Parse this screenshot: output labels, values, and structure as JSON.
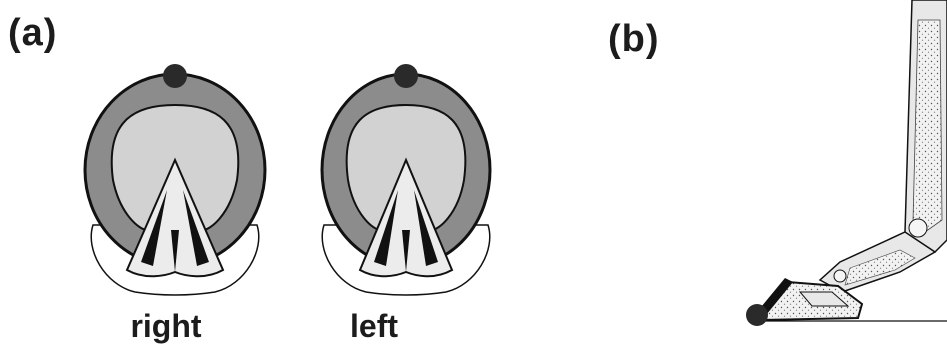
{
  "panels": {
    "a": {
      "label": "(a)",
      "captions": {
        "right": "right",
        "left": "left"
      }
    },
    "b": {
      "label": "(b)"
    }
  },
  "colors": {
    "hoof_wall": "#8c8c8c",
    "sole": "#d2d2d2",
    "frog": "#ececec",
    "marker": "#2a2a2a",
    "outline": "#111111",
    "bone_fill": "#e8e8e8"
  }
}
